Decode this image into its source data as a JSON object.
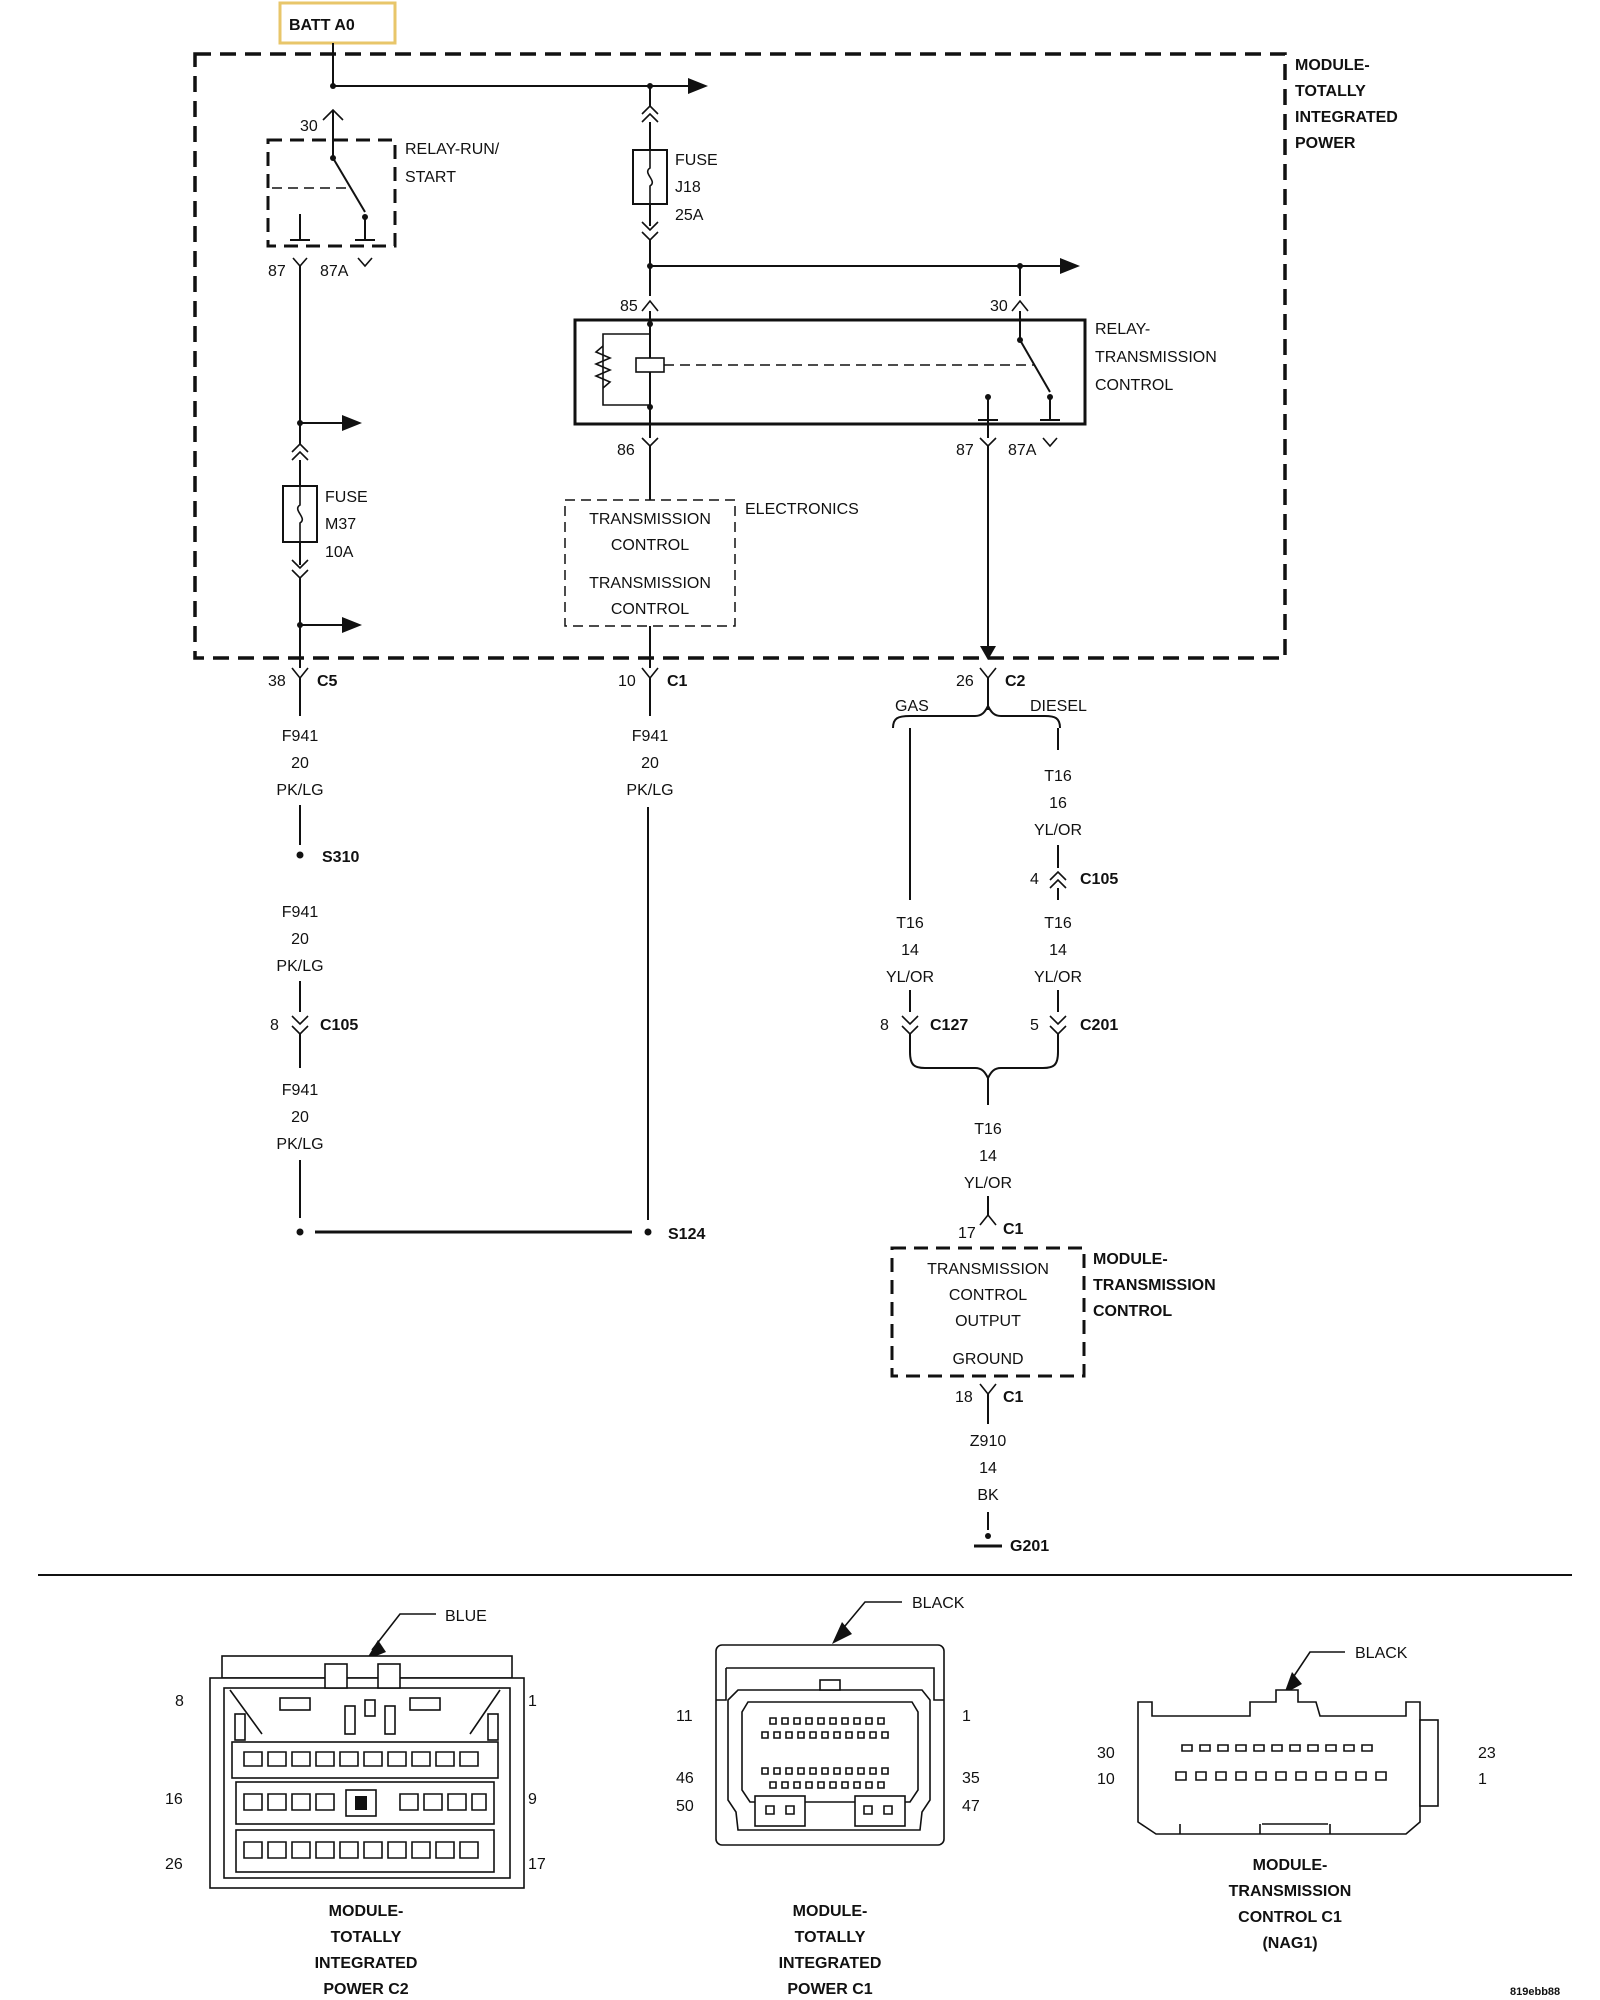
{
  "battery_label": "BATT A0",
  "tipm_module": {
    "line1": "MODULE-",
    "line2": "TOTALLY",
    "line3": "INTEGRATED",
    "line4": "POWER"
  },
  "relay_run_start": {
    "line1": "RELAY-RUN/",
    "line2": "START",
    "pin30": "30",
    "pin87": "87",
    "pin87a": "87A"
  },
  "fuse_j18": {
    "line1": "FUSE",
    "line2": "J18",
    "line3": "25A"
  },
  "fuse_m37": {
    "line1": "FUSE",
    "line2": "M37",
    "line3": "10A"
  },
  "relay_trans": {
    "line1": "RELAY-",
    "line2": "TRANSMISSION",
    "line3": "CONTROL",
    "pin85": "85",
    "pin86": "86",
    "pin30": "30",
    "pin87": "87",
    "pin87a": "87A"
  },
  "electronics": {
    "title": "ELECTRONICS",
    "line1": "TRANSMISSION",
    "line2": "CONTROL",
    "line3": "TRANSMISSION",
    "line4": "CONTROL"
  },
  "connectors": {
    "c5": {
      "pin": "38",
      "name": "C5"
    },
    "c1": {
      "pin": "10",
      "name": "C1"
    },
    "c2": {
      "pin": "26",
      "name": "C2"
    },
    "c105_left": {
      "pin": "8",
      "name": "C105"
    },
    "c105_right": {
      "pin": "4",
      "name": "C105"
    },
    "c127": {
      "pin": "8",
      "name": "C127"
    },
    "c201": {
      "pin": "5",
      "name": "C201"
    },
    "tcm_c1_top": {
      "pin": "17",
      "name": "C1"
    },
    "tcm_c1_bottom": {
      "pin": "18",
      "name": "C1"
    }
  },
  "wires": {
    "w1": {
      "circuit": "F941",
      "gauge": "20",
      "color": "PK/LG"
    },
    "w2": {
      "circuit": "F941",
      "gauge": "20",
      "color": "PK/LG"
    },
    "w3": {
      "circuit": "F941",
      "gauge": "20",
      "color": "PK/LG"
    },
    "w4": {
      "circuit": "F941",
      "gauge": "20",
      "color": "PK/LG"
    },
    "diesel_upper": {
      "circuit": "T16",
      "gauge": "16",
      "color": "YL/OR"
    },
    "gas": {
      "circuit": "T16",
      "gauge": "14",
      "color": "YL/OR"
    },
    "diesel_lower": {
      "circuit": "T16",
      "gauge": "14",
      "color": "YL/OR"
    },
    "merged": {
      "circuit": "T16",
      "gauge": "14",
      "color": "YL/OR"
    },
    "ground": {
      "circuit": "Z910",
      "gauge": "14",
      "color": "BK"
    }
  },
  "splices": {
    "s310": "S310",
    "s124": "S124"
  },
  "ground_point": "G201",
  "options": {
    "gas": "GAS",
    "diesel": "DIESEL"
  },
  "tcm": {
    "title1": "MODULE-",
    "title2": "TRANSMISSION",
    "title3": "CONTROL",
    "line1": "TRANSMISSION",
    "line2": "CONTROL",
    "line3": "OUTPUT",
    "line4": "GROUND"
  },
  "connector_views": {
    "c2": {
      "color": "BLUE",
      "pins": {
        "top_left": "8",
        "top_right": "1",
        "mid_left": "16",
        "mid_right": "9",
        "bottom_left": "26",
        "bottom_right": "17"
      },
      "caption": {
        "line1": "MODULE-",
        "line2": "TOTALLY",
        "line3": "INTEGRATED",
        "line4": "POWER C2"
      }
    },
    "c1": {
      "color": "BLACK",
      "pins": {
        "top_left": "11",
        "top_right": "1",
        "mid_left": "46",
        "mid_right": "35",
        "bottom_left": "50",
        "bottom_right": "47"
      },
      "caption": {
        "line1": "MODULE-",
        "line2": "TOTALLY",
        "line3": "INTEGRATED",
        "line4": "POWER C1"
      }
    },
    "tcm_c1": {
      "color": "BLACK",
      "pins": {
        "top_left": "30",
        "top_right": "23",
        "bottom_left": "10",
        "bottom_right": "1"
      },
      "caption": {
        "line1": "MODULE-",
        "line2": "TRANSMISSION",
        "line3": "CONTROL C1",
        "line4": "(NAG1)"
      }
    }
  },
  "image_id": "819ebb88"
}
